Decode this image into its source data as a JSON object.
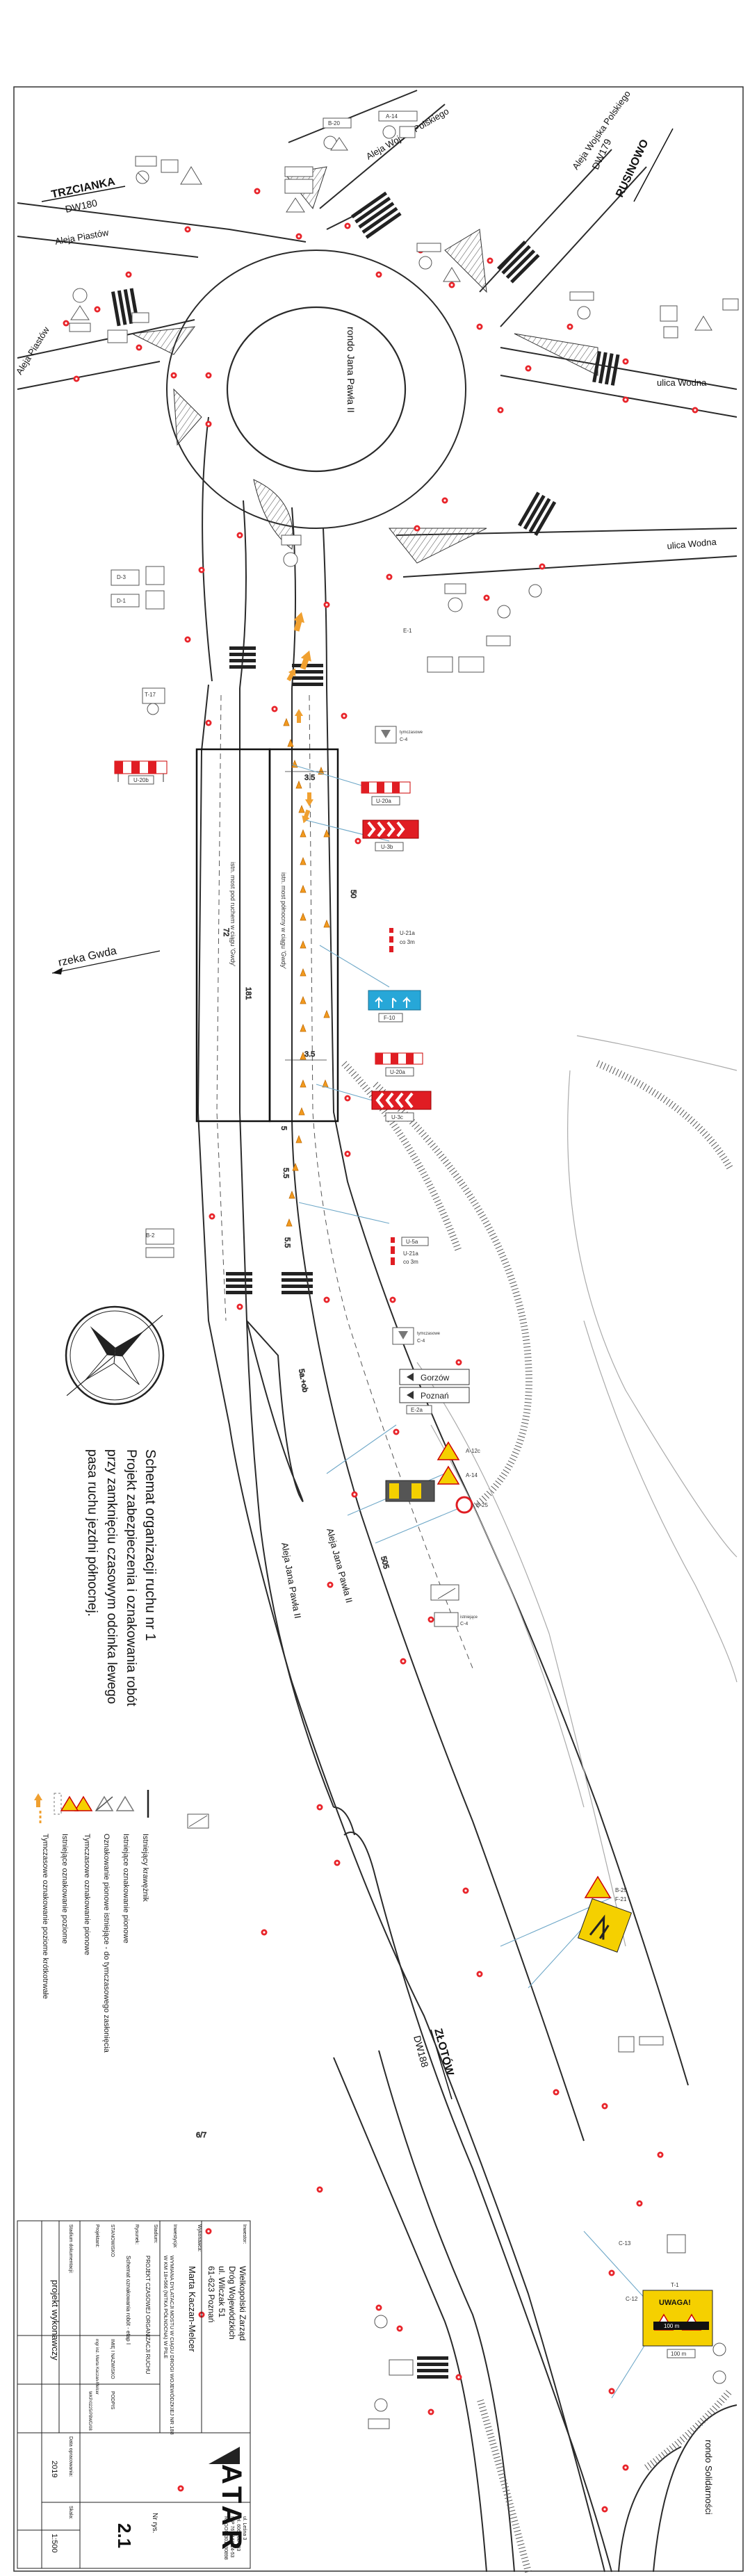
{
  "roads": {
    "trzcianka": "TRZCIANKA",
    "dw180": "DW180",
    "aleja_piastow_1": "Aleja Piastów",
    "aleja_piastow_2": "Aleja Piastów",
    "aleja_wojska_polskiego": "Aleja Wojska Polskiego",
    "aleja_wojska_polskiego_2": "Aleja Wojska Polskiego",
    "rusinowo": "RUSINOWO",
    "dw179": "DW179",
    "ulica_wodna_1": "ulica Wodna",
    "ulica_wodna_2": "ulica Wodna",
    "rondo_jana_pawla": "rondo Jana Pawła II",
    "rzeka_gwda": "rzeka Gwda",
    "aleja_jana_pawla_1": "Aleja Jana Pawła II",
    "aleja_jana_pawla_2": "Aleja Jana Pawła II",
    "zlotow": "ZŁOTÓW",
    "dw188": "DW188",
    "rondo_solidarnosci": "rondo Solidarności"
  },
  "bridge": {
    "south_lane_note": "istn. most pod ruchem w ciągu 'Gwdy'",
    "north_lane_note": "istn. most północny w ciągu 'Gwdy'"
  },
  "dimensions": {
    "d1": "3.5",
    "d2": "3.5",
    "d3": "50",
    "d4": "72",
    "d5": "181",
    "d6": "5",
    "d7": "5.5",
    "d8": "5.5",
    "d9": "5a.+ob",
    "d10": "505",
    "d11": "100 m",
    "d12": "100 m",
    "d13": "6/7"
  },
  "signs": {
    "b20": "B-20",
    "a14": "A-14",
    "t1": "T-1",
    "c4": "C-4",
    "d1": "D-1",
    "d3": "D-3",
    "t17": "T-17",
    "e1": "E-1",
    "b2": "B-2",
    "c12": "C-12",
    "u20b": "U-20b",
    "u20a": "U-20a",
    "u20a_2": "U-20a",
    "u3b": "U-3b",
    "u3c": "U-3c",
    "u21a": "U-21a",
    "u21a_2": "U-21a",
    "co3m": "co 3m",
    "co3m_2": "co 3m",
    "u5a": "U-5a",
    "f10": "F-10",
    "a12c": "A-12c",
    "a14_2": "A-14",
    "b25": "B-25",
    "b25_2": "B-25",
    "f21": "F-21",
    "e2a": "E-2a",
    "gorzow": "Gorzów",
    "poznan": "Poznań",
    "uwaga": "UWAGA!",
    "c13": "C-13",
    "tymczasowe": "tymczasowe",
    "istniejace": "istniejące"
  },
  "legend": {
    "l1": "Istniejący krawężnik",
    "l2": "Istniejące oznakowanie pionowe",
    "l3": "Oznakowanie pionowe istniejące - do tymczasowego zasłonięcia",
    "l4": "Tymczasowe oznakowanie pionowe",
    "l5": "Istniejące oznakowanie poziome",
    "l6": "Tymczasowe oznakowanie poziome krótkotrwałe"
  },
  "scheme": {
    "title": "Schemat organizacji ruchu nr 1",
    "line1": "Projekt zabezpieczenia i oznakowania robót",
    "line2": "przy zamknięciu czasowym odcinka lewego",
    "line3": "pasa ruchu jezdni północnej."
  },
  "title_block": {
    "inwestor_label": "Inwestor:",
    "inwestor_1": "Wielkopolski Zarząd",
    "inwestor_2": "Dróg Wojewódzkich",
    "inwestor_3": "ul. Wilczak 51",
    "inwestor_4": "61-623 Poznań",
    "wykonawca_label": "Wykonawca:",
    "wykonawca": "Marta Kaczan-Melcer",
    "temat_label": "Inwestycja:",
    "temat_1": "WYMIANA DYLATACJI MOSTU W CIĄGU DROGI WOJEWÓDZKIEJ NR 188",
    "temat_2": "W KM 18+566 (NITKA PÓŁNOCNA) W PILE",
    "stadium_label": "Stadium:",
    "stadium": "PROJEKT CZASOWEJ ORGANIZACJI RUCHU",
    "rysunek_label": "Rysunek:",
    "rysunek": "Schemat oznakowania robót - etap I",
    "stanowisko": "STANOWISKO",
    "imie": "IMIĘ I NAZWISKO",
    "podpis": "PODPIS",
    "projektant_label": "Projektant:",
    "projektant": "mgr inż. Marta Kaczan-Melcer",
    "uprawnienia": "WKP/0225/PBWD/08",
    "nr_rys_label": "Nr rys.",
    "nr_rys": "2.1",
    "skala_label": "Skala:",
    "skala": "1:500",
    "data_label": "Data opracowania:",
    "data": "2019",
    "stadium_dok_label": "Stadium dokumentacji:",
    "stadium_dok": "projekt wykonawczy",
    "firma": "ATAR",
    "firma_addr_1": "ul. Leśna 3",
    "firma_addr_2": "tel. 606 788 133",
    "firma_addr_3": "NIP 767-166-14-53",
    "firma_addr_4": "REGON 301030898"
  }
}
